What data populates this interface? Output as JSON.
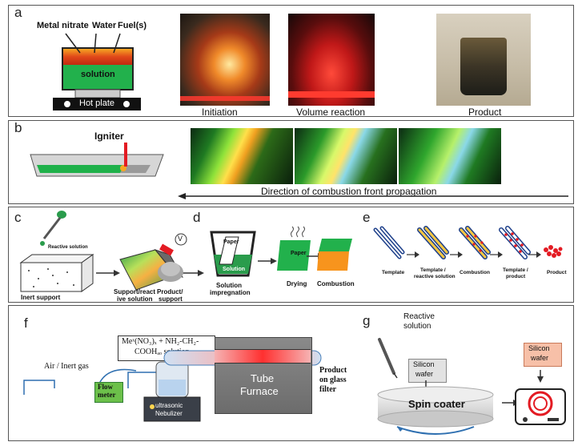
{
  "panel_a": {
    "label": "a",
    "metal_nitrate": "Metal nitrate",
    "water": "Water",
    "fuel": "Fuel(s)",
    "solution": "solution",
    "hot_plate": "Hot plate",
    "initiation": "Initiation",
    "volume_reaction": "Volume reaction",
    "product": "Product"
  },
  "panel_b": {
    "label": "b",
    "igniter": "Igniter",
    "direction": "Direction of combustion front propagation"
  },
  "panel_c": {
    "label": "c",
    "reactive_solution": "Reactive solution",
    "inert_support": "Inert support",
    "support_line1": "Support/react",
    "support_line2": "ive solution",
    "product_line1": "Product/",
    "product_line2": "support",
    "v_symbol": "V"
  },
  "panel_d": {
    "label": "d",
    "paper_top": "Paper",
    "solution": "Solution",
    "impregnation_line1": "Solution",
    "impregnation_line2": "impregnation",
    "paper_green": "Paper",
    "drying": "Drying",
    "combustion": "Combustion"
  },
  "panel_e": {
    "label": "e",
    "template": "Template",
    "template_reactive_line1": "Template /",
    "template_reactive_line2": "reactive solution",
    "combustion": "Combustion",
    "template_product_line1": "Template /",
    "template_product_line2": "product",
    "product": "Product"
  },
  "panel_f": {
    "label": "f",
    "formula_line1": "Meˣ(NO₃)ₓ + NH₂-CH₂-",
    "formula_line2": "COOHₐₒ solution",
    "air_gas": "Air / Inert gas",
    "flow_meter_line1": "Flow",
    "flow_meter_line2": "meter",
    "nebulizer_line1": "ultrasonic",
    "nebulizer_line2": "Nebulizer",
    "tube_furnace_line1": "Tube",
    "tube_furnace_line2": "Furnace",
    "product_line1": "Product",
    "product_line2": "on glass",
    "product_line3": "filter"
  },
  "panel_g": {
    "label": "g",
    "reactive_line1": "Reactive",
    "reactive_line2": "solution",
    "silicon_line1": "Silicon",
    "silicon_line2": "wafer",
    "spin_coater": "Spin coater",
    "silicon_right_line1": "Silicon",
    "silicon_right_line2": "wafer"
  }
}
